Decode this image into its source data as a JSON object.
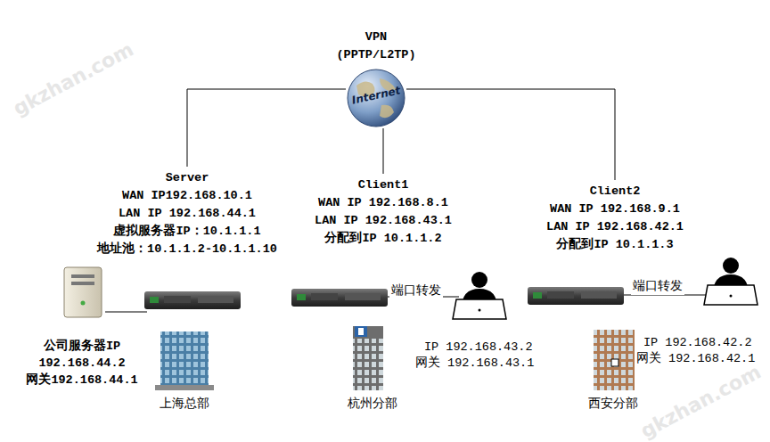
{
  "diagram": {
    "nodes": [
      {
        "text": [
          "VPN (PPTP/L2TP)",
          "Internet"
        ]
      },
      {
        "text": [
          "Server",
          "WAN IP192.168.10.1",
          "LAN IP 192.168.44.1",
          "虚拟服务器IP：10.1.1.1",
          "地址池：10.1.1.2-10.1.1.10"
        ]
      },
      {
        "text": [
          "Client1",
          "WAN IP 192.168.8.1",
          "LAN IP 192.168.43.1",
          "分配到IP 10.1.1.2"
        ]
      },
      {
        "text": [
          "Client2",
          "WAN IP 192.168.9.1",
          "LAN IP 192.168.42.1",
          "分配到IP 10.1.1.3"
        ]
      }
    ],
    "edges": [
      {
        "from": 0,
        "to": 1,
        "arrow": "none"
      },
      {
        "from": 0,
        "to": 2,
        "arrow": "none"
      },
      {
        "from": 0,
        "to": 3,
        "arrow": "none"
      }
    ],
    "labels": [
      "公司服务器IP",
      "192.168.44.2",
      "网关192.168.44.1",
      "上海总部",
      "端口转发",
      "IP 192.168.43.2",
      "网关 192.168.43.1",
      "杭州分部",
      "端口转发",
      "IP 192.168.42.2",
      "网关 192.168.42.1",
      "西安分部",
      "gkzhan.com",
      "gkzhan.com"
    ]
  }
}
